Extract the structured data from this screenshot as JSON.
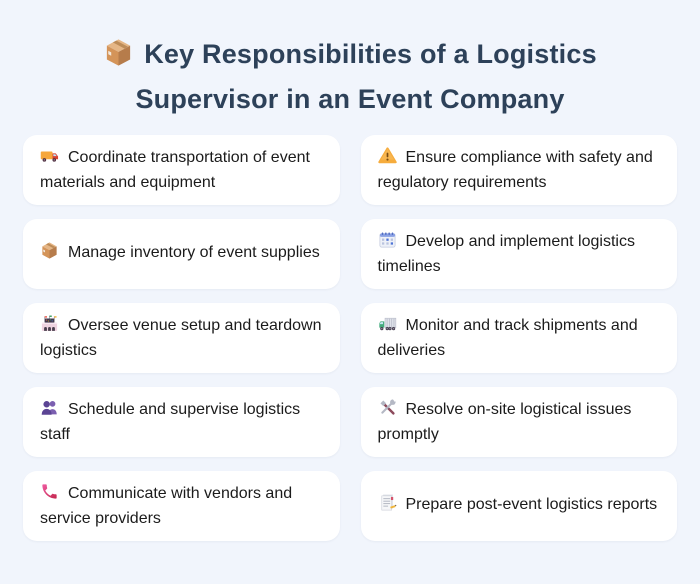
{
  "page": {
    "background_color": "#f1f5fc",
    "title_color": "#2d4159",
    "card_color": "#ffffff"
  },
  "header": {
    "icon": "package-icon",
    "title": "Key Responsibilities of a Logistics Supervisor in an Event Company",
    "title_line1": "Key Responsibilities of a Logistics",
    "title_line2": "Supervisor in an Event Company"
  },
  "cards": [
    {
      "icon": "delivery-truck-icon",
      "text": "Coordinate transportation of event materials and equipment"
    },
    {
      "icon": "warning-icon",
      "text": "Ensure compliance with safety and regulatory requirements"
    },
    {
      "icon": "package-icon",
      "text": "Manage inventory of event supplies"
    },
    {
      "icon": "calendar-icon",
      "text": "Develop and implement logistics timelines"
    },
    {
      "icon": "stadium-icon",
      "text": "Oversee venue setup and teardown logistics"
    },
    {
      "icon": "lorry-icon",
      "text": "Monitor and track shipments and deliveries"
    },
    {
      "icon": "people-icon",
      "text": "Schedule and supervise logistics staff"
    },
    {
      "icon": "tools-icon",
      "text": "Resolve on-site logistical issues promptly"
    },
    {
      "icon": "phone-icon",
      "text": "Communicate with vendors and service providers"
    },
    {
      "icon": "report-icon",
      "text": "Prepare post-event logistics reports"
    }
  ]
}
